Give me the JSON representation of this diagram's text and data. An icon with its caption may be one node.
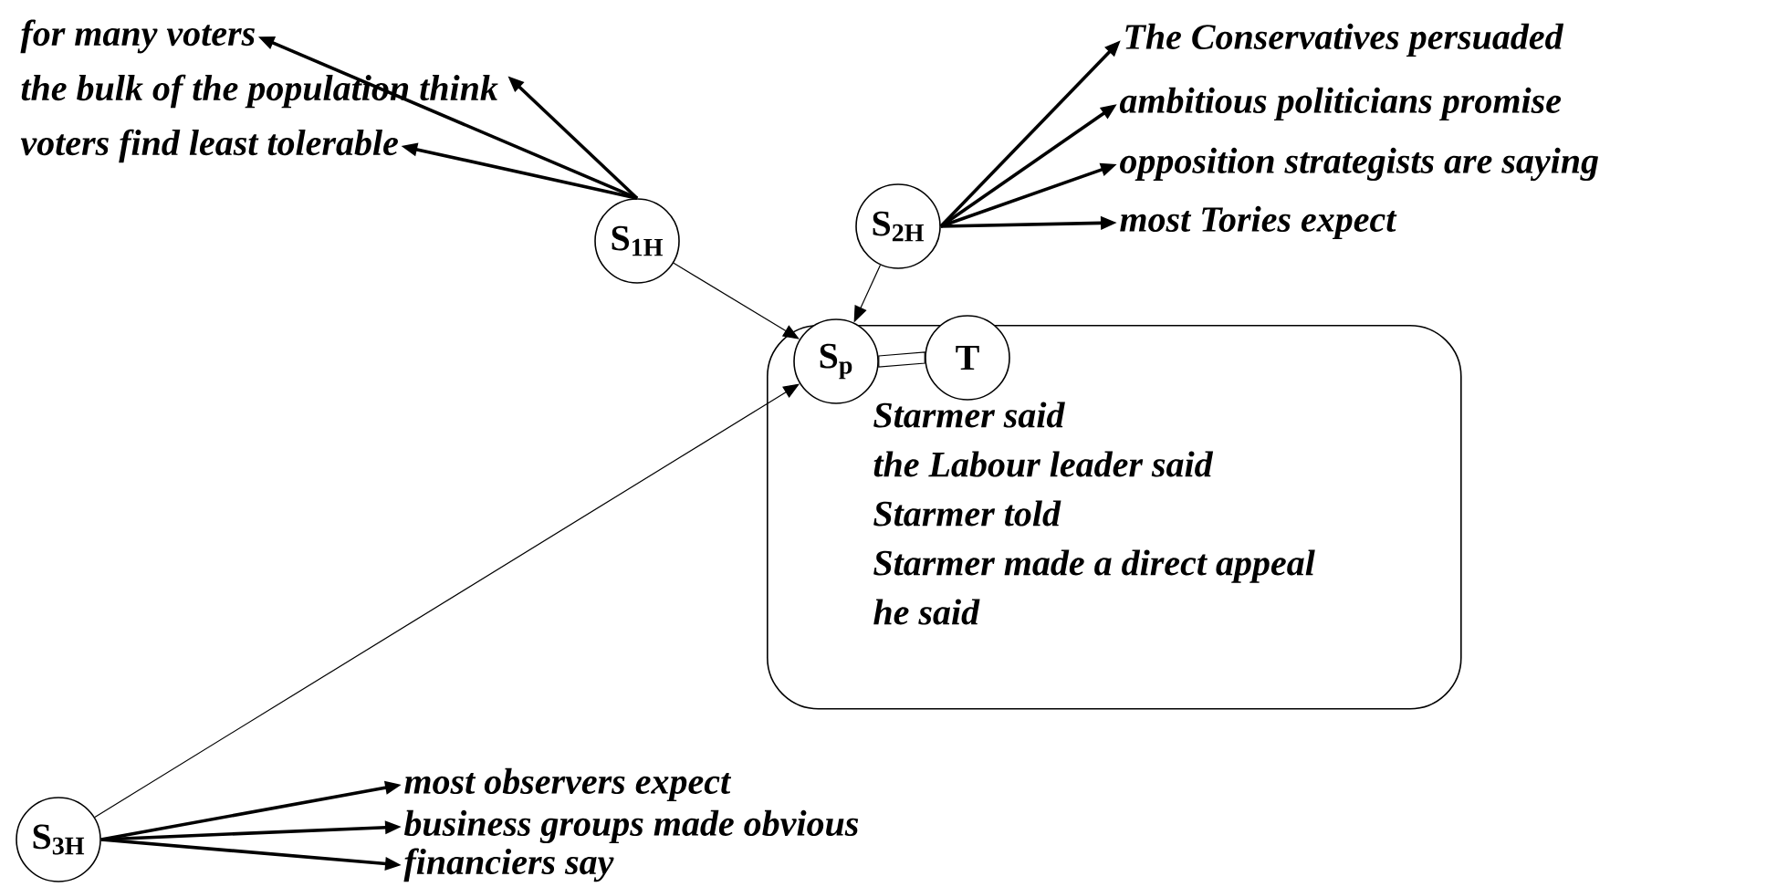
{
  "diagram": {
    "nodes": [
      {
        "text": [
          "for many voters"
        ]
      },
      {
        "text": [
          "the bulk of the population think"
        ]
      },
      {
        "text": [
          "voters find least tolerable"
        ]
      },
      {
        "text": [
          "S$_{1H}$"
        ]
      },
      {
        "text": [
          "The Conservatives persuaded"
        ]
      },
      {
        "text": [
          "ambitious politicians promise"
        ]
      },
      {
        "text": [
          "opposition strategists are saying"
        ]
      },
      {
        "text": [
          "most Tories expect"
        ]
      },
      {
        "text": [
          "S$_{2H}$"
        ]
      },
      {
        "text": [
          "Starmer said",
          "the Labour leader said",
          "Starmer told",
          "Starmer made a direct appeal",
          "he said"
        ]
      },
      {
        "text": [
          "S$_{p}$"
        ],
        "in": 9
      },
      {
        "text": [
          "T"
        ],
        "in": 9
      },
      {
        "text": [
          "S$_{3H}$"
        ]
      },
      {
        "text": [
          "most observers expect"
        ]
      },
      {
        "text": [
          "business groups made obvious"
        ]
      },
      {
        "text": [
          "financiers say"
        ]
      }
    ],
    "edges": [
      {
        "from": 3,
        "to": 0,
        "arrow": "to"
      },
      {
        "from": 3,
        "to": 1,
        "arrow": "to"
      },
      {
        "from": 3,
        "to": 2,
        "arrow": "to"
      },
      {
        "from": 8,
        "to": 4,
        "arrow": "to"
      },
      {
        "from": 8,
        "to": 5,
        "arrow": "to"
      },
      {
        "from": 8,
        "to": 6,
        "arrow": "to"
      },
      {
        "from": 8,
        "to": 7,
        "arrow": "to"
      },
      {
        "from": 3,
        "to": 10,
        "arrow": "to"
      },
      {
        "from": 8,
        "to": 10,
        "arrow": "to"
      },
      {
        "from": 12,
        "to": 10,
        "arrow": "to"
      },
      {
        "from": 10,
        "to": 11,
        "arrow": "none"
      },
      {
        "from": 12,
        "to": 13,
        "arrow": "to"
      },
      {
        "from": 12,
        "to": 14,
        "arrow": "to"
      },
      {
        "from": 12,
        "to": 15,
        "arrow": "to"
      }
    ]
  }
}
